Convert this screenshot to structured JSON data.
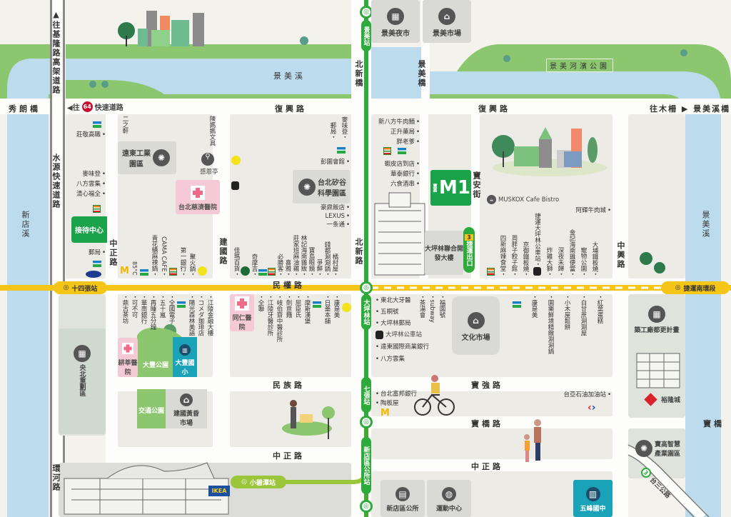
{
  "roads": {
    "fuxing": "復興路",
    "minquan": "民權路",
    "minzu": "民族路",
    "zhongzheng": "中正路",
    "baoqiang": "寶強路",
    "baoqiao_rd": "寶橋路",
    "jianguo": "建國路",
    "beixin": "北新路",
    "zhongzheng_v": "中正路",
    "zhongxing": "中興路",
    "baoan": "寶安街",
    "huanhe": "環河路",
    "shuiyuan": "水源快速道路",
    "keelung": "▲往基隆路高架道路",
    "xiulang": "秀朗橋",
    "to64_pre": "◀往",
    "to64_num": "64",
    "to64_post": "快速道路",
    "beixin_bridge": "北新橋",
    "jingmei_bridge": "景美橋",
    "to_muzha": "往木柵 ▶ 景美溪橋",
    "baoqiao": "寶橋",
    "highway3_num": "3",
    "highway3": "台三公路"
  },
  "water": {
    "jingmei_creek_top": "景美溪",
    "xindian_river": "新店溪",
    "jingmei_creek_right": "景美溪",
    "riverside_park": "景美河濱公園"
  },
  "mrt": {
    "jingmei": "景美站",
    "dapinglin": "大坪林站",
    "qizhang": "七張站",
    "xindian_office": "新店區公所站",
    "xiaobitan": "小碧潭站",
    "shisizhang": "十四張站",
    "circular_south": "捷運南環段",
    "exit_num": "3",
    "exit": "捷運出口"
  },
  "places": {
    "night_market": "景美夜市",
    "jingmei_market": "景美市場",
    "fareast_park": "遠東工業園區",
    "tzuchi": "台北慈濟醫院",
    "silicon": "台北矽谷科學園區",
    "reception": "接待中心",
    "m1": "M1",
    "m1_small": "寶嘉",
    "joint_building": "大坪林聯合開發大樓",
    "culture_market": "文化市場",
    "tongren": "同仁醫院",
    "gengxin": "耕莘醫院",
    "dafeng_park": "大豐公園",
    "dafeng_school": "大豐國小",
    "yangbei": "央北重劃區",
    "traffic_park": "交通公園",
    "jianguo_market": "建國黃昏市場",
    "factory": "築工廠都更計畫",
    "yulon": "裕隆城",
    "baogao": "寶高智慧產業園區",
    "district_office": "新店區公所",
    "sports": "運動中心",
    "wufeng": "五峰國中",
    "ikea": "IKEA",
    "muskox": "MUSKOX Cafe Bistro",
    "ganen": "感恩亭"
  },
  "poi": {
    "left_col_a": [
      "莊敬高職"
    ],
    "left_col_b": [
      "麥味登",
      "八方雲集",
      "清心福全"
    ],
    "left_col_c": [
      "郵局"
    ],
    "erzhixuan": "二之軒",
    "chen_stationery": "陳媽媽文具",
    "block_a_row": [
      "85°C",
      "青花驕麻辣鍋",
      "CAMA CAFE",
      "第一銀行",
      "聚火鍋"
    ],
    "block_b_top": [
      "郵局",
      "麥味登"
    ],
    "block_b_list1": [
      "彭園會館"
    ],
    "block_b_list2": [
      "豪鼎飯店",
      "LEXUS",
      "一条通"
    ],
    "block_b_row": [
      "佳瑪百貨",
      "奇摩吉",
      "必勝客",
      "喜雅",
      "莊家班麻油雞",
      "林記海南雞飯",
      "寶島眼鏡",
      "爭鮮",
      "錢都涮涮鍋",
      "橘村屋"
    ],
    "block_c_list1": [
      "新八方牛肉麵",
      "正升藥局",
      "胖老爹"
    ],
    "block_c_list2": [
      "蝦皮店到店",
      "華泰銀行",
      "六食酒串"
    ],
    "block_d_list": [
      "阿輝牛肉城"
    ],
    "block_d_row": [
      "四新麻辣食堂",
      "周胖子餃子館",
      "京御鐵板燒",
      "捷運大坪林公車站",
      "炸雞大獅",
      "深夜未歸",
      "金記海南雞便當",
      "寵物公園",
      "大埔鐵板燒"
    ],
    "block_f_row": [
      "鼎古茶坊",
      "可不可",
      "華南銀行",
      "再睡五分鐘",
      "五十嵐",
      "全國電子",
      "陽光森林美語",
      "コメダ珈琲店",
      "江陵金融大樓"
    ],
    "block_g_row": [
      "全聯",
      "江陵牙醫診所",
      "岐伯齋中醫診所",
      "劍意麵",
      "屈臣氏",
      "摩斯漢堡",
      "日藥本舖",
      "康是美"
    ],
    "block_h_list": [
      "東北大牙醫",
      "五桐號",
      "大坪林郵局"
    ],
    "block_h_bus": "大坪林公車站",
    "block_h_list2": [
      "遠東國際商業銀行",
      "八方雲集"
    ],
    "block_h_row1": [
      "茶湯會",
      "subway",
      "福園號"
    ],
    "block_h_row2": [
      "康是美",
      "園樂鮮境精緻涮涮鍋",
      "小木屋鬆餅",
      "白甘蔗涮涮屋",
      "紅葉蛋糕"
    ],
    "block_m_list": [
      "台北富邦銀行",
      "陶板屋"
    ],
    "gas": "台亞石油加油站"
  },
  "colors": {
    "mrt_green": "#2eaa3c",
    "mrt_yellow": "#f5c518",
    "park": "#8cc66f",
    "river": "#bcdcee",
    "hospital": "#f5c9d5",
    "school": "#1aa3b8"
  }
}
